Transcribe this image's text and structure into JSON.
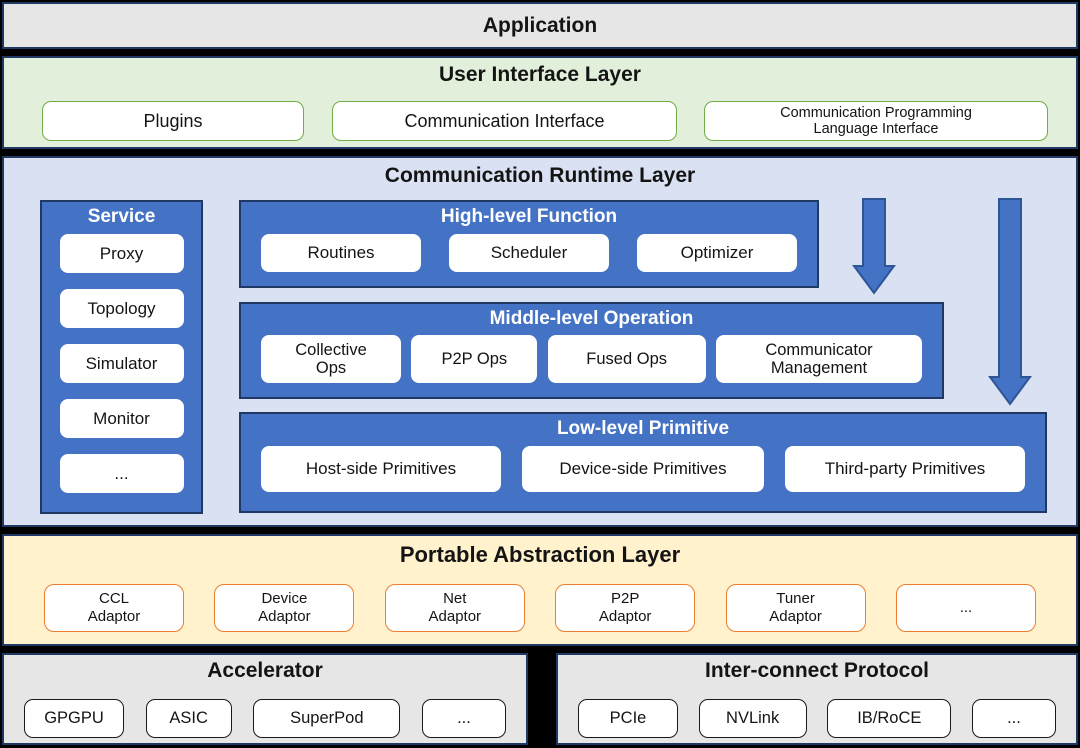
{
  "colors": {
    "layer_border": "#1F3864",
    "panel_blue": "#4472C4",
    "ui_bg": "#E2EFDA",
    "ui_green_border": "#70AD47",
    "runtime_bg": "#D9E1F2",
    "pal_bg": "#FFF2CC",
    "pal_orange_border": "#ED7D31",
    "hw_bg": "#E7E6E6"
  },
  "app_bar": {
    "title": "Application"
  },
  "ui_layer": {
    "title": "User Interface Layer",
    "items": [
      "Plugins",
      "Communication Interface",
      "Communication Programming\nLanguage Interface"
    ]
  },
  "runtime_layer": {
    "title": "Communication Runtime Layer",
    "service": {
      "title": "Service",
      "items": [
        "Proxy",
        "Topology",
        "Simulator",
        "Monitor",
        "..."
      ]
    },
    "high_level": {
      "title": "High-level Function",
      "items": [
        "Routines",
        "Scheduler",
        "Optimizer"
      ]
    },
    "middle_level": {
      "title": "Middle-level Operation",
      "items": [
        "Collective\nOps",
        "P2P Ops",
        "Fused Ops",
        "Communicator\nManagement"
      ]
    },
    "low_level": {
      "title": "Low-level Primitive",
      "items": [
        "Host-side Primitives",
        "Device-side Primitives",
        "Third-party Primitives"
      ]
    }
  },
  "pal_layer": {
    "title": "Portable Abstraction Layer",
    "items": [
      "CCL\nAdaptor",
      "Device\nAdaptor",
      "Net\nAdaptor",
      "P2P\nAdaptor",
      "Tuner\nAdaptor",
      "..."
    ]
  },
  "hardware": {
    "accelerator": {
      "title": "Accelerator",
      "items": [
        "GPGPU",
        "ASIC",
        "SuperPod",
        "..."
      ]
    },
    "interconnect": {
      "title": "Inter-connect Protocol",
      "items": [
        "PCIe",
        "NVLink",
        "IB/RoCE",
        "..."
      ]
    }
  }
}
